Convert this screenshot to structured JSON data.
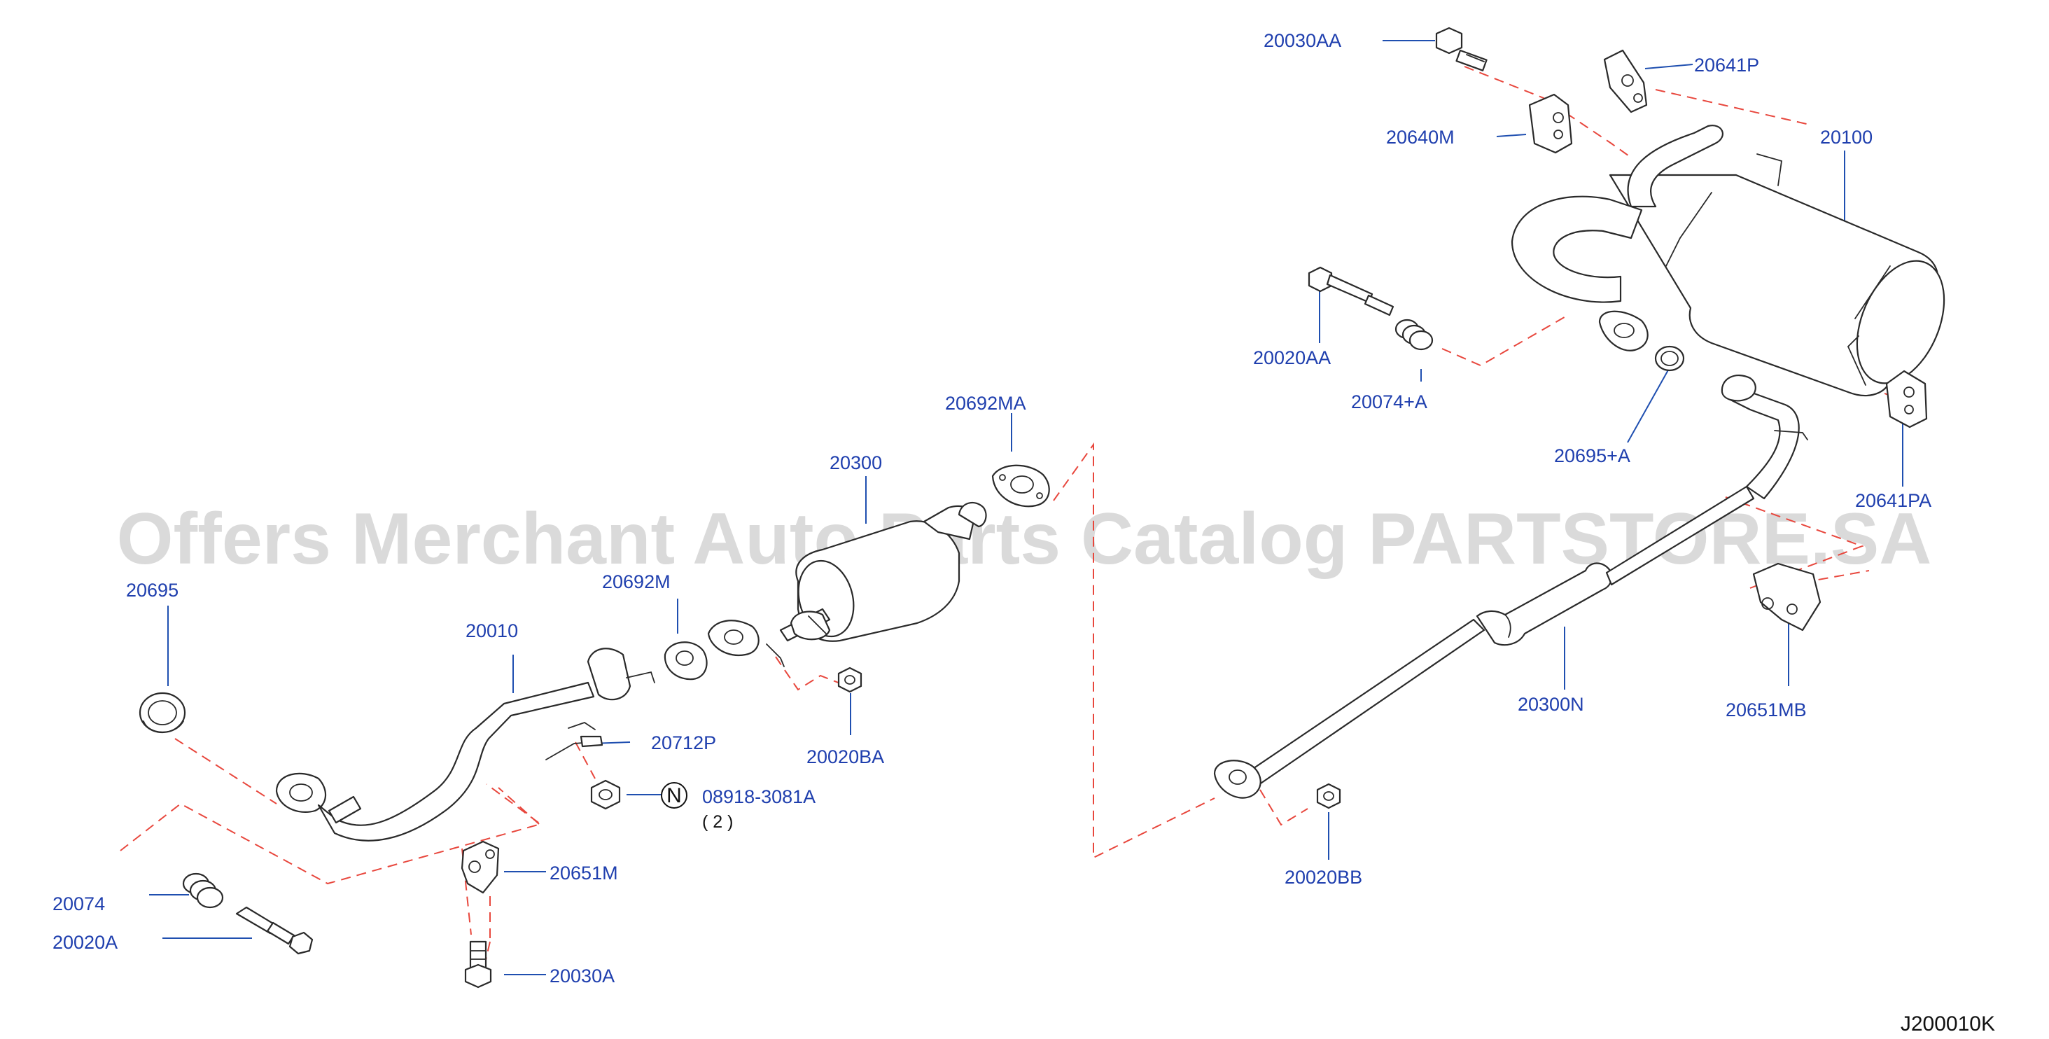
{
  "watermark": "Offers Merchant Auto Parts Catalog PARTSTORE.SA",
  "diagram_code": "J200010K",
  "part_labels": {
    "p20030AA": "20030AA",
    "p20641P": "20641P",
    "p20640M": "20640M",
    "p20100": "20100",
    "p20020AA": "20020AA",
    "p20074A_plus": "20074+A",
    "p20695A_plus": "20695+A",
    "p20641PA": "20641PA",
    "p20692MA": "20692MA",
    "p20300": "20300",
    "p20692M": "20692M",
    "p20695": "20695",
    "p20010": "20010",
    "p20712P": "20712P",
    "p20020BA": "20020BA",
    "p08918": "08918-3081A",
    "p08918_qty": "( 2 )",
    "p08918_marker": "N",
    "p20651M": "20651M",
    "p20074": "20074",
    "p20020A": "20020A",
    "p20030A": "20030A",
    "p20300N": "20300N",
    "p20651MB": "20651MB",
    "p20020BB": "20020BB"
  },
  "colors": {
    "label": "#1f3fae",
    "leader": "#1f4fb0",
    "dashed_guide": "#e8473d",
    "part_outline": "#2a2a2a",
    "watermark": "#bdbdbd"
  }
}
